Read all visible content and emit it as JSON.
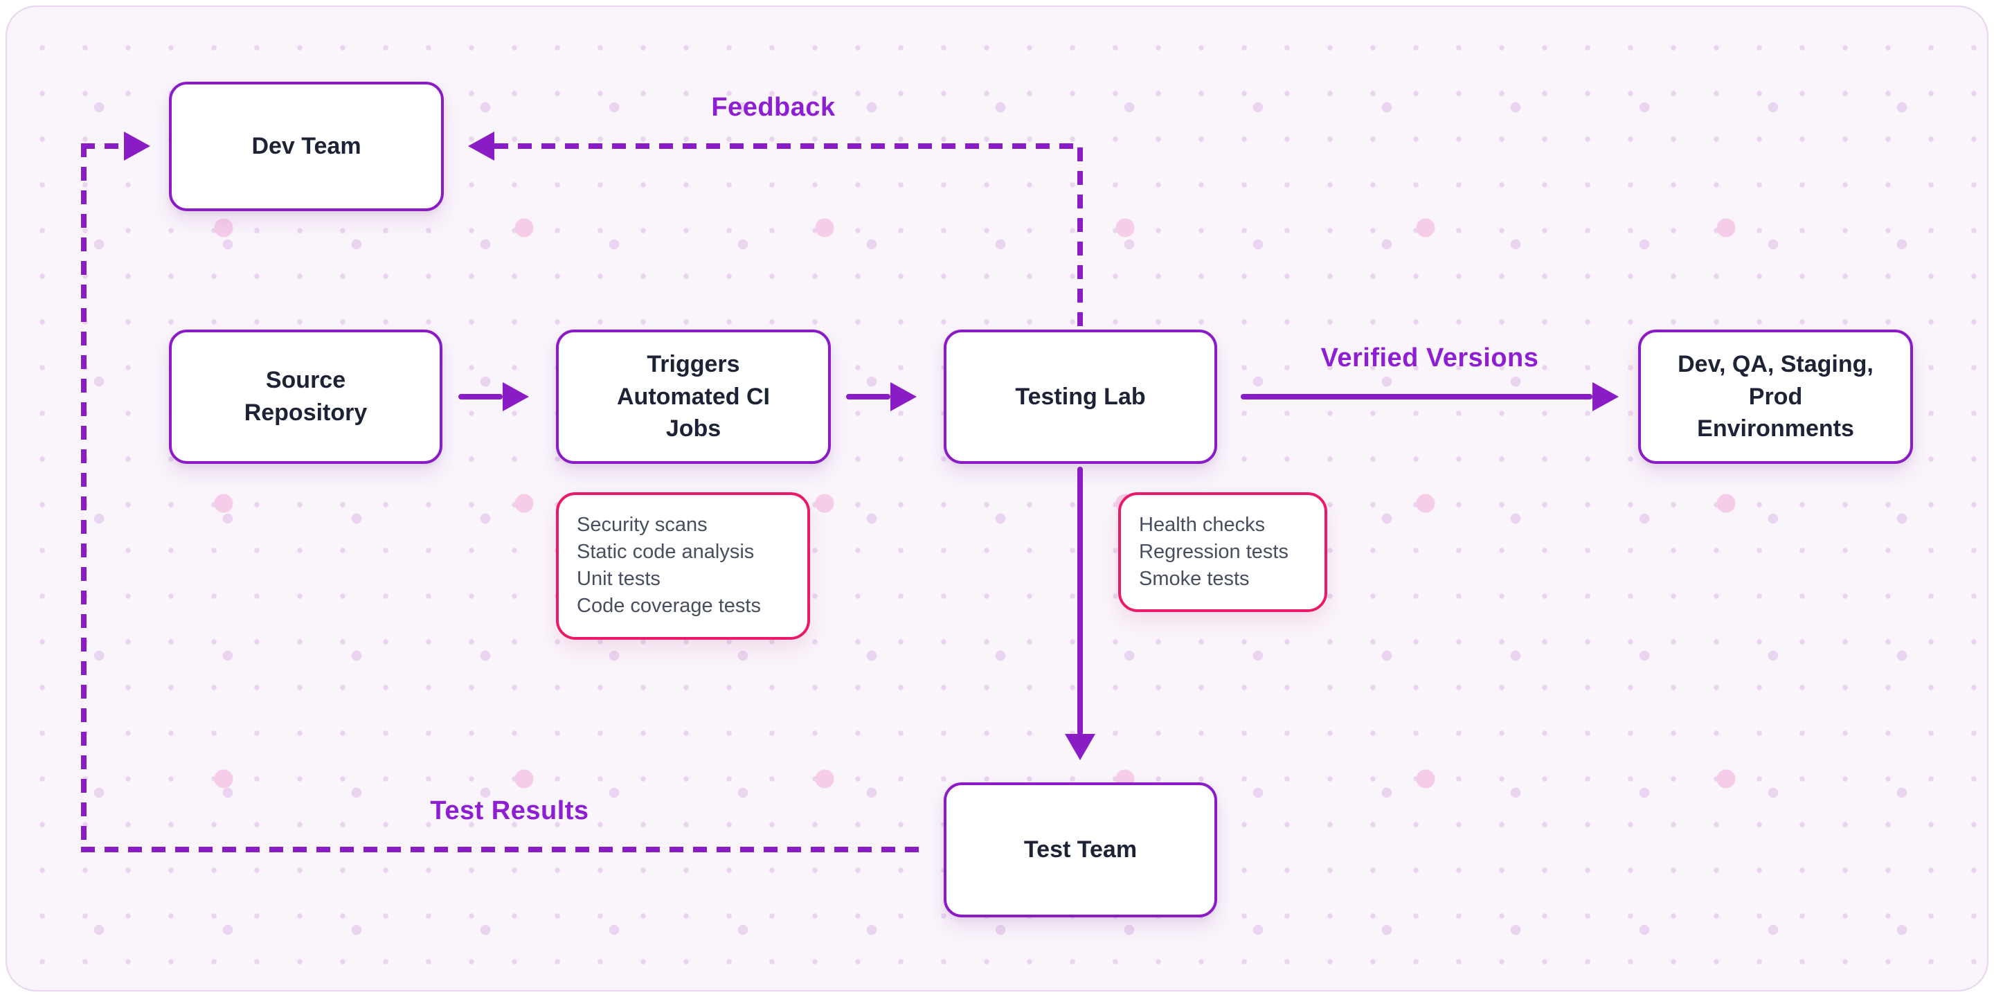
{
  "nodes": {
    "dev_team": {
      "label": "Dev Team"
    },
    "source_repository": {
      "label": "Source\nRepository"
    },
    "ci_jobs": {
      "label": "Triggers\nAutomated CI\nJobs"
    },
    "testing_lab": {
      "label": "Testing Lab"
    },
    "environments": {
      "label": "Dev, QA, Staging,\nProd\nEnvironments"
    },
    "test_team": {
      "label": "Test Team"
    }
  },
  "notes": {
    "ci_note": {
      "lines": [
        "Security scans",
        "Static code analysis",
        "Unit tests",
        "Code coverage tests"
      ]
    },
    "lab_note": {
      "lines": [
        "Health checks",
        "Regression tests",
        "Smoke tests"
      ]
    }
  },
  "edge_labels": {
    "feedback": "Feedback",
    "verified_versions": "Verified Versions",
    "test_results": "Test Results"
  },
  "colors": {
    "purple": "#8a1cc6",
    "label_purple": "#8d1ed2",
    "pink": "#eb1a68",
    "node_text": "#1d2235",
    "note_text": "#474e5e",
    "bg": "#faf4fb",
    "dot": "#ead4f0",
    "dot_pink": "#f5cde9",
    "card_border": "#e9d5ef",
    "node_bg": "#ffffff"
  }
}
